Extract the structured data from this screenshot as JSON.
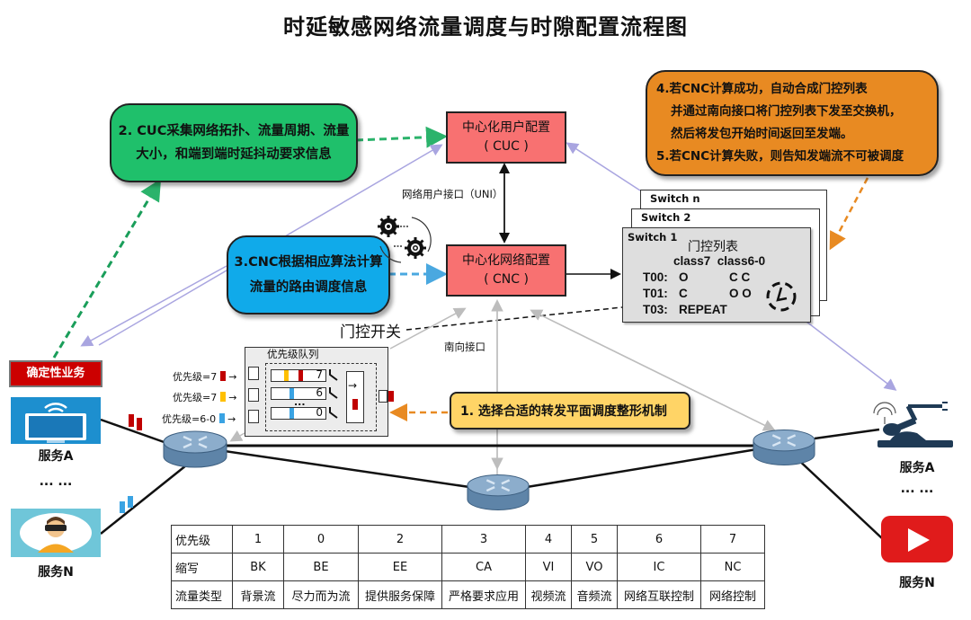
{
  "title": "时延敏感网络流量调度与时隙配置流程图",
  "callouts": {
    "step2": {
      "line1": "2. CUC采集网络拓扑、流量周期、流量",
      "line2": "大小，和端到端时延抖动要求信息",
      "color": "#1fc06b"
    },
    "step3": {
      "line1": "3.CNC根据相应算法计算",
      "line2": "流量的路由调度信息",
      "color": "#10aaea"
    },
    "step45": {
      "line1": "4.若CNC计算成功，自动合成门控列表",
      "line2": "并通过南向接口将门控列表下发至交换机，",
      "line3": "然后将发包开始时间返回至发端。",
      "line4": "5.若CNC计算失败，则告知发端流不可被调度",
      "color": "#e88a22"
    },
    "step1": {
      "text": "1.   选择合适的转发平面调度整形机制",
      "color": "#ffd466"
    }
  },
  "nodes": {
    "cuc": {
      "name": "中心化用户配置",
      "abbr": "( CUC )",
      "color": "#f87171"
    },
    "cnc": {
      "name": "中心化网络配置",
      "abbr": "( CNC )",
      "color": "#f87171"
    },
    "uni_label": "网络用户接口（UNI）",
    "southbound_label": "南向接口",
    "gate_switch_label": "门控开关"
  },
  "switches": {
    "cards": [
      "Switch n",
      "Switch 2",
      "Switch 1"
    ],
    "gcl_title": "门控列表",
    "gcl_header": "class7  class6-0",
    "rows": [
      {
        "slot": "T00:",
        "c7": "O",
        "c60": "C C"
      },
      {
        "slot": "T01:",
        "c7": "C",
        "c60": "O O"
      },
      {
        "slot": "T03:",
        "c7": "REPEAT",
        "c60": ""
      }
    ]
  },
  "queue": {
    "title": "优先级队列",
    "inputs": [
      {
        "label": "优先级=7",
        "color": "#c00000"
      },
      {
        "label": "优先级=7",
        "color": "#ffc000"
      },
      {
        "label": "优先级=6-0",
        "color": "#3aa3e3"
      }
    ],
    "queues": [
      "7",
      "6",
      "0"
    ],
    "ellipsis": "..."
  },
  "services_left": {
    "badge": "确定性业务",
    "a": "服务A",
    "dots": "... ...",
    "n": "服务N"
  },
  "services_right": {
    "a": "服务A",
    "dots": "... ...",
    "n": "服务N"
  },
  "priority_table": {
    "row_headers": [
      "优先级",
      "缩写",
      "流量类型"
    ],
    "columns": [
      {
        "priority": "1",
        "abbr": "BK",
        "type": "背景流"
      },
      {
        "priority": "0",
        "abbr": "BE",
        "type": "尽力而为流"
      },
      {
        "priority": "2",
        "abbr": "EE",
        "type": "提供服务保障"
      },
      {
        "priority": "3",
        "abbr": "CA",
        "type": "严格要求应用"
      },
      {
        "priority": "4",
        "abbr": "VI",
        "type": "视频流"
      },
      {
        "priority": "5",
        "abbr": "VO",
        "type": "音频流"
      },
      {
        "priority": "6",
        "abbr": "IC",
        "type": "网络互联控制"
      },
      {
        "priority": "7",
        "abbr": "NC",
        "type": "网络控制"
      }
    ]
  }
}
